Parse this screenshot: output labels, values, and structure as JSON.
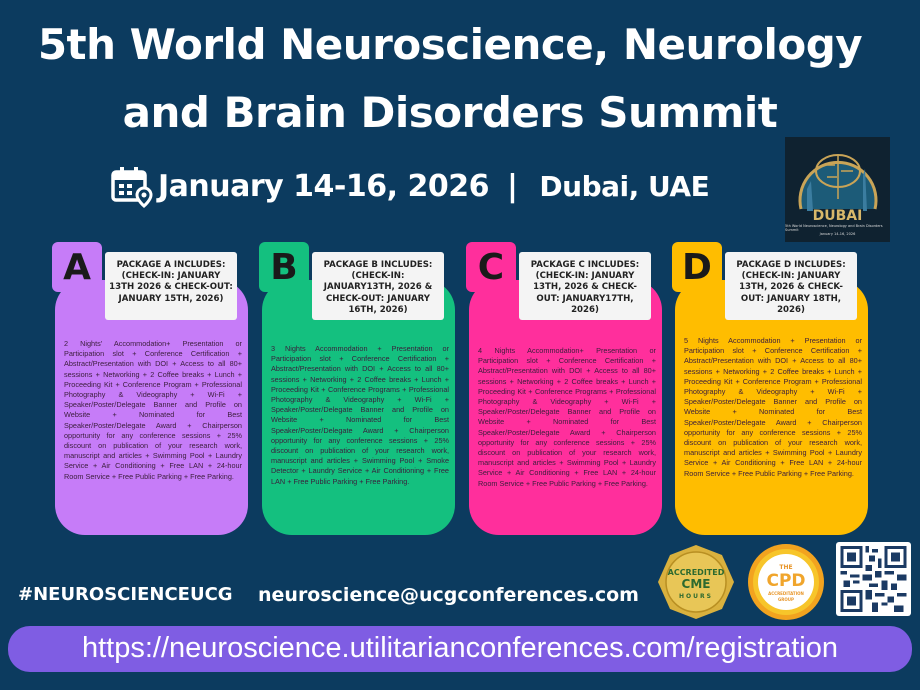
{
  "header": {
    "title_line1": "5th World Neuroscience, Neurology",
    "title_line2": "and Brain Disorders Summit",
    "dates": "January 14-16, 2026",
    "separator": "|",
    "location": "Dubai, UAE",
    "date_icon": "calendar-location-icon"
  },
  "logo": {
    "city": "DUBAI",
    "subtitle": "5th World Neuroscience, Neurology and Brain Disorders Summit",
    "dates": "January 14-16, 2026"
  },
  "packages": [
    {
      "letter": "A",
      "color": "#c67cf8",
      "title": "PACKAGE A INCLUDES: (CHECK-IN: JANUARY 13TH 2026 & CHECK-OUT: JANUARY 15TH, 2026)",
      "details": "2 Nights' Accommodation+ Presentation or Participation slot + Conference Certification + Abstract/Presentation with DOI + Access to all 80+ sessions + Networking + 2 Coffee breaks + Lunch + Proceeding Kit + Conference Program + Professional Photography & Videography + Wi-Fi + Speaker/Poster/Delegate Banner and Profile on Website + Nominated for Best Speaker/Poster/Delegate Award + Chairperson opportunity for any conference sessions + 25% discount on publication of your research work, manuscript and articles + Swimming Pool + Laundry Service + Air Conditioning + Free LAN + 24-hour Room Service + Free Public Parking + Free Parking."
    },
    {
      "letter": "B",
      "color": "#14c07f",
      "title": "PACKAGE B INCLUDES: (CHECK-IN: JANUARY13TH, 2026 & CHECK-OUT: JANUARY 16TH, 2026)",
      "details": "3 Nights Accommodation + Presentation or Participation slot + Conference Certification + Abstract/Presentation with DOI + Access to all 80+ sessions + Networking + 2 Coffee breaks + Lunch + Proceeding Kit + Conference Programs + Professional Photography & Videography + Wi-Fi + Speaker/Poster/Delegate Banner and Profile on Website + Nominated for Best Speaker/Poster/Delegate Award + Chairperson opportunity for any conference sessions + 25% discount on publication of your research work, manuscript and articles + Swimming Pool + Smoke Detector + Laundry Service + Air Conditioning + Free LAN + Free Public Parking + Free Parking."
    },
    {
      "letter": "C",
      "color": "#ff2f9c",
      "title": "PACKAGE C INCLUDES: (CHECK-IN: JANUARY 13TH, 2026 & CHECK-OUT: JANUARY17TH, 2026)",
      "details": "4 Nights Accommodation+ Presentation or Participation slot + Conference Certification + Abstract/Presentation with DOI + Access to all 80+ sessions + Networking + 2 Coffee breaks + Lunch + Proceeding Kit + Conference Programs + Professional Photography & Videography + Wi-Fi + Speaker/Poster/Delegate Banner and Profile on Website + Nominated for Best Speaker/Poster/Delegate Award + Chairperson opportunity for any conference sessions + 25% discount on publication of your research work, manuscript and articles + Swimming Pool + Laundry Service + Air Conditioning + Free LAN + 24-hour Room Service + Free Public Parking + Free Parking."
    },
    {
      "letter": "D",
      "color": "#ffbd00",
      "title": "PACKAGE D INCLUDES: (CHECK-IN: JANUARY 13TH, 2026 & CHECK-OUT: JANUARY 18TH, 2026)",
      "details": "5 Nights Accommodation + Presentation or Participation slot + Conference Certification + Abstract/Presentation with DOI + Access to all 80+ sessions + Networking + 2 Coffee breaks + Lunch + Proceeding Kit + Conference Program + Professional Photography & Videography + Wi-Fi + Speaker/Poster/Delegate Banner and Profile on Website + Nominated for Best Speaker/Poster/Delegate Award + Chairperson opportunity for any conference sessions + 25% discount on publication of your research work, manuscript and articles + Swimming Pool + Laundry Service + Air Conditioning + Free LAN + 24-hour Room Service + Free Public Parking + Free Parking."
    }
  ],
  "footer": {
    "hashtag": "#NEUROSCIENCEUCG",
    "email": "neuroscience@ucgconferences.com",
    "url": "https://neuroscience.utilitarianconferences.com/registration",
    "cme": {
      "line1": "ACCREDITED",
      "line2": "CME",
      "line3": "HOURS"
    },
    "cpd": {
      "line1": "THE",
      "line2": "CPD",
      "line3": "ACCREDITATION",
      "line4": "GROUP"
    }
  }
}
